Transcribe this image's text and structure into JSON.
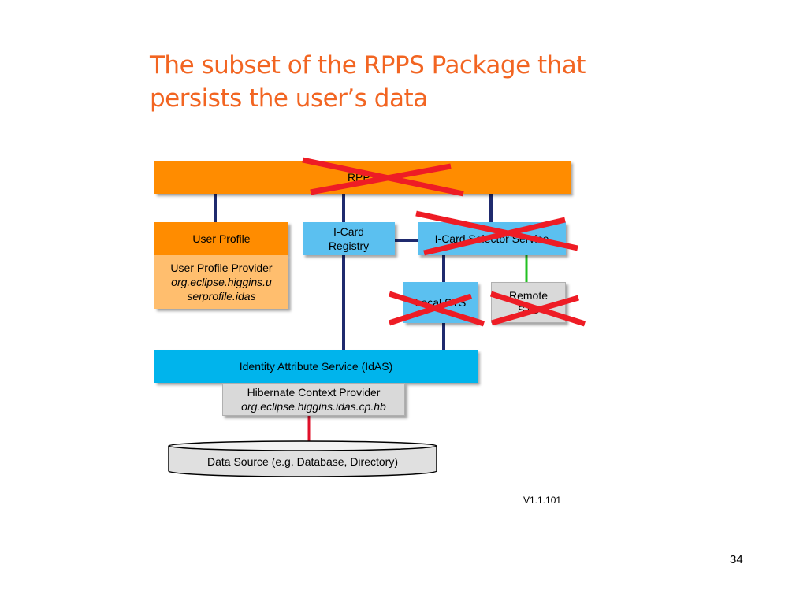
{
  "title": {
    "line1": "The subset of the RPPS Package that",
    "line2": "persists the user’s data"
  },
  "boxes": {
    "rpps": "RPPS",
    "user_profile": "User Profile",
    "user_profile_provider": {
      "name": "User Profile Provider",
      "pkg1": "org.eclipse.higgins.u",
      "pkg2": "serprofile.idas"
    },
    "icard_registry": {
      "line1": "I-Card",
      "line2": "Registry"
    },
    "icard_selector_service": "I-Card Selector Service",
    "local_sts": "Local STS",
    "remote_sts": {
      "line1": "Remote",
      "line2": "STS"
    },
    "idas": "Identity Attribute Service (IdAS)",
    "hibernate": {
      "name": "Hibernate Context Provider",
      "pkg": "org.eclipse.higgins.idas.cp.hb"
    },
    "data_source": "Data Source (e.g. Database, Directory)"
  },
  "version": "V1.1.101",
  "page_number": "34",
  "colors": {
    "title": "#f26522",
    "rpps": "#ff8c00",
    "user_profile_provider": "#ffbe6e",
    "component_blue": "#5bc0f0",
    "idas": "#00b4ec",
    "gray_box": "#d9d9d9",
    "connector": "#1f2a6e",
    "cross": "#ee1c25",
    "green_connector": "#22c022",
    "red_connector": "#e0102a"
  }
}
